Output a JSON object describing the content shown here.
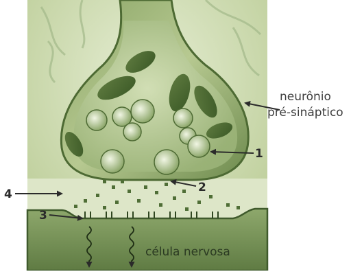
{
  "labels": {
    "presynaptic_line1": "neurônio",
    "presynaptic_line2": "pré-sináptico",
    "nerve_cell": "célula nervosa"
  },
  "numbers": [
    "1",
    "2",
    "3",
    "4"
  ],
  "colors": {
    "background": "#ffffff",
    "tissue_light": "#c8d6a8",
    "tissue_mid": "#7f9a5c",
    "tissue_dark": "#3f5a2c",
    "cell_body": "#7d9760",
    "arrow": "#2a2a2a"
  }
}
